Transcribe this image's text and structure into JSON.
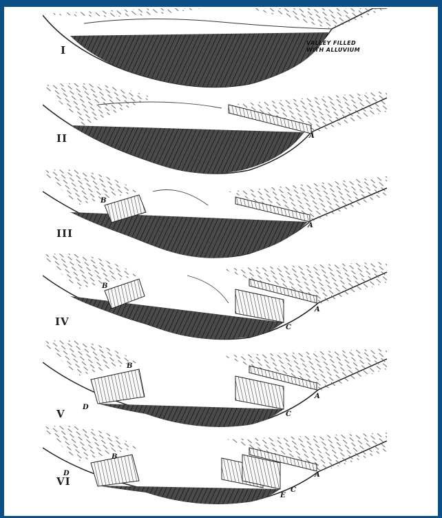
{
  "figure": {
    "annotation_line1": "VALLEY FILLED",
    "annotation_line2": "WITH ALLUVIUM",
    "panels": [
      {
        "numeral": "I",
        "points": []
      },
      {
        "numeral": "II",
        "points": [
          "A"
        ]
      },
      {
        "numeral": "III",
        "points": [
          "B",
          "A"
        ]
      },
      {
        "numeral": "IV",
        "points": [
          "B",
          "A",
          "C"
        ]
      },
      {
        "numeral": "V",
        "points": [
          "B",
          "D",
          "A",
          "C"
        ]
      },
      {
        "numeral": "VI",
        "points": [
          "B",
          "D",
          "A",
          "C",
          "E"
        ]
      }
    ]
  },
  "colors": {
    "frame": "#0b4f86",
    "alluvium": "#3a3a3a",
    "ink": "#222222"
  }
}
